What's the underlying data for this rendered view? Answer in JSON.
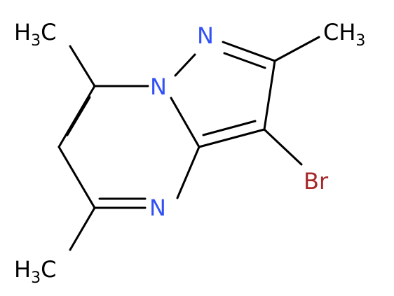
{
  "colors": {
    "bond": "#000000",
    "nitrogen": "#3050f8",
    "bromine": "#a62929",
    "carbon_label": "#000000"
  },
  "atoms": {
    "n1": "N",
    "n2": "N",
    "n3": "N",
    "br": "Br",
    "me_tl": {
      "main": "H",
      "sub": "3",
      "tail": "C"
    },
    "me_tr": {
      "main": "CH",
      "sub": "3"
    },
    "me_bl": {
      "main": "H",
      "sub": "3",
      "tail": "C"
    }
  }
}
